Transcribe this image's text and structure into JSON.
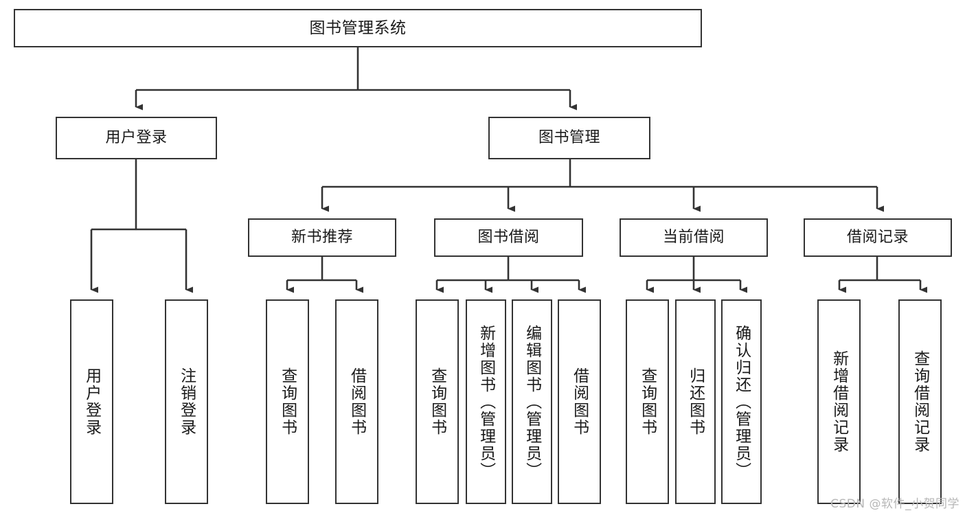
{
  "diagram": {
    "type": "tree",
    "orientation": "top-down",
    "title": "图书管理系统",
    "watermark": "CSDN @软件_小贺同学",
    "colors": {
      "background": "#ffffff",
      "node_fill": "#ffffff",
      "node_stroke": "#333333",
      "edge_stroke": "#333333",
      "text": "#1a1a1a",
      "watermark": "#b7b7b7"
    },
    "nodes": {
      "root": {
        "label": "图书管理系统",
        "level": 1,
        "orientation": "horizontal"
      },
      "level2": [
        {
          "id": "user-login",
          "label": "用户登录",
          "orientation": "horizontal"
        },
        {
          "id": "book-manage",
          "label": "图书管理",
          "orientation": "horizontal"
        }
      ],
      "level3": [
        {
          "id": "new-book-recommend",
          "label": "新书推荐",
          "orientation": "horizontal",
          "parent": "book-manage"
        },
        {
          "id": "book-borrow",
          "label": "图书借阅",
          "orientation": "horizontal",
          "parent": "book-manage"
        },
        {
          "id": "current-borrow",
          "label": "当前借阅",
          "orientation": "horizontal",
          "parent": "book-manage"
        },
        {
          "id": "borrow-record",
          "label": "借阅记录",
          "orientation": "horizontal",
          "parent": "book-manage"
        }
      ],
      "leaves": [
        {
          "id": "leaf-user-login",
          "label": "用户登录",
          "parent": "user-login",
          "orientation": "vertical"
        },
        {
          "id": "leaf-user-logout",
          "label": "注销登录",
          "parent": "user-login",
          "orientation": "vertical"
        },
        {
          "id": "leaf-query-book-recommend",
          "label": "查询图书",
          "parent": "new-book-recommend",
          "orientation": "vertical"
        },
        {
          "id": "leaf-borrow-book-recommend",
          "label": "借阅图书",
          "parent": "new-book-recommend",
          "orientation": "vertical"
        },
        {
          "id": "leaf-query-book-borrow",
          "label": "查询图书",
          "parent": "book-borrow",
          "orientation": "vertical"
        },
        {
          "id": "leaf-add-book",
          "label": "新增图书（管理员）",
          "parent": "book-borrow",
          "orientation": "vertical"
        },
        {
          "id": "leaf-edit-book",
          "label": "编辑图书（管理员）",
          "parent": "book-borrow",
          "orientation": "vertical"
        },
        {
          "id": "leaf-borrow-book",
          "label": "借阅图书",
          "parent": "book-borrow",
          "orientation": "vertical"
        },
        {
          "id": "leaf-query-book-current",
          "label": "查询图书",
          "parent": "current-borrow",
          "orientation": "vertical"
        },
        {
          "id": "leaf-return-book",
          "label": "归还图书",
          "parent": "current-borrow",
          "orientation": "vertical"
        },
        {
          "id": "leaf-confirm-return",
          "label": "确认归还（管理员）",
          "parent": "current-borrow",
          "orientation": "vertical"
        },
        {
          "id": "leaf-add-record",
          "label": "新增借阅记录",
          "parent": "borrow-record",
          "orientation": "vertical"
        },
        {
          "id": "leaf-query-record",
          "label": "查询借阅记录",
          "parent": "borrow-record",
          "orientation": "vertical"
        }
      ]
    }
  }
}
